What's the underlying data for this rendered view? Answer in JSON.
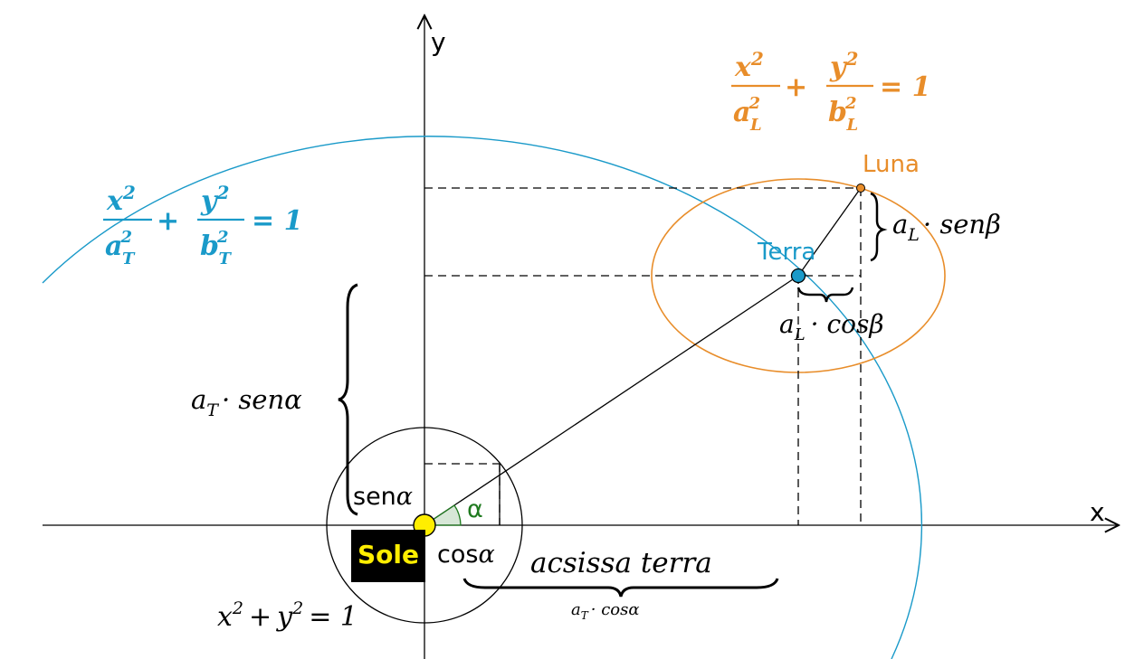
{
  "axes": {
    "x_label": "x",
    "y_label": "y"
  },
  "colors": {
    "earth_orbit": "#1a9ac9",
    "moon_orbit": "#e88d2a",
    "sun_fill": "#ffee00",
    "angle": "#1f7a1f",
    "ink": "#000000"
  },
  "labels": {
    "earth_eq": {
      "lhs1": "x",
      "lhs1_sup": "2",
      "den1": "a",
      "den1_sub": "T",
      "den1_sup": "2",
      "plus": "+",
      "lhs2": "y",
      "lhs2_sup": "2",
      "den2": "b",
      "den2_sub": "T",
      "den2_sup": "2",
      "rhs": "= 1"
    },
    "moon_eq": {
      "lhs1": "x",
      "lhs1_sup": "2",
      "den1": "a",
      "den1_sub": "L",
      "den1_sup": "2",
      "plus": "+",
      "lhs2": "y",
      "lhs2_sup": "2",
      "den2": "b",
      "den2_sub": "L",
      "den2_sup": "2",
      "rhs": "= 1"
    },
    "unit_circle_eq": {
      "x": "x",
      "x_sup": "2",
      "plus": "+",
      "y": "y",
      "y_sup": "2",
      "rhs": "= 1"
    },
    "moon": "Luna",
    "earth": "Terra",
    "sun": "Sole",
    "alpha": "α",
    "sen_alpha": {
      "fn": "sen",
      "arg": "α"
    },
    "cos_alpha": {
      "fn": "cos",
      "arg": "α"
    },
    "at_sen_alpha": {
      "a": "a",
      "sub": "T",
      "rest": "· senα"
    },
    "al_sen_beta": {
      "a": "a",
      "sub": "L",
      "rest": "· senβ"
    },
    "al_cos_beta": {
      "a": "a",
      "sub": "L",
      "rest": "· cosβ"
    },
    "abscissa": "acsissa terra",
    "at_cos_alpha": {
      "a": "a",
      "sub": "T",
      "rest": "· cosα"
    }
  }
}
